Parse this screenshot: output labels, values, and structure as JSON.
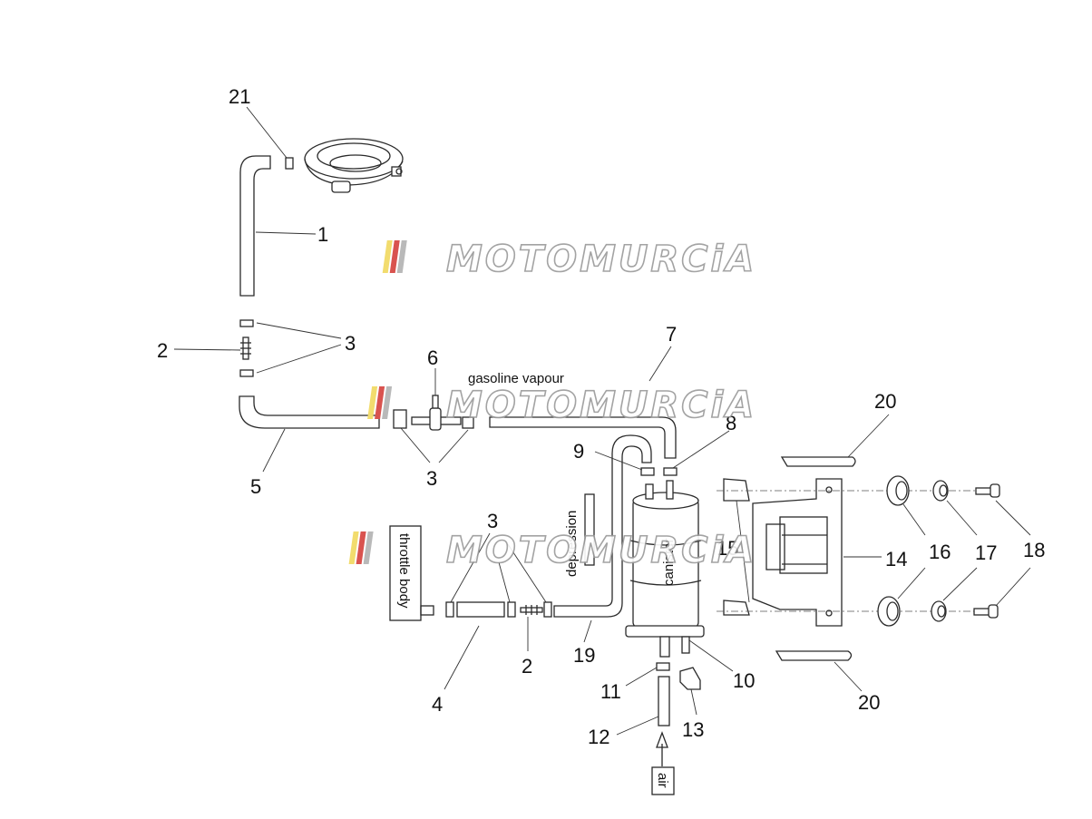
{
  "watermark": {
    "text": "MOTOMURCiA",
    "stripe_colors": [
      "#f2dc6e",
      "#d9534f",
      "#b9b9b9"
    ]
  },
  "labels": {
    "gasoline_vapour": "gasoline vapour",
    "depression": "depression",
    "canister": "canister",
    "throttle_body": "throttle body",
    "air": "air"
  },
  "callouts": {
    "c1": "1",
    "c2a": "2",
    "c2b": "2",
    "c3a": "3",
    "c3b": "3",
    "c3c": "3",
    "c4": "4",
    "c5": "5",
    "c6": "6",
    "c7": "7",
    "c8": "8",
    "c9": "9",
    "c10": "10",
    "c11": "11",
    "c12": "12",
    "c13": "13",
    "c14": "14",
    "c15": "15",
    "c16": "16",
    "c17": "17",
    "c18": "18",
    "c19": "19",
    "c20a": "20",
    "c20b": "20",
    "c21": "21"
  }
}
